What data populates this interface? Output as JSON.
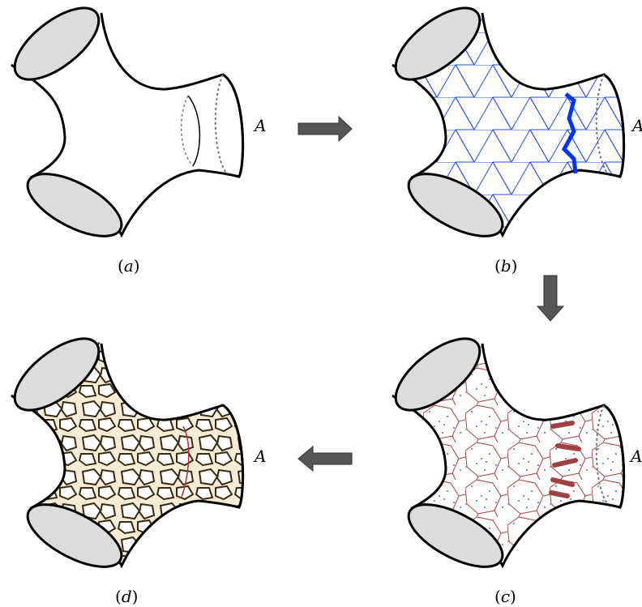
{
  "panels": [
    {
      "id": "a",
      "caption_open": "(",
      "caption_letter": "a",
      "caption_close": ")",
      "boundary_label": "A"
    },
    {
      "id": "b",
      "caption_open": "(",
      "caption_letter": "b",
      "caption_close": ")",
      "boundary_label": "A"
    },
    {
      "id": "c",
      "caption_open": "(",
      "caption_letter": "c",
      "caption_close": ")",
      "boundary_label": "A"
    },
    {
      "id": "d",
      "caption_open": "(",
      "caption_letter": "d",
      "caption_close": ")",
      "boundary_label": "A"
    }
  ],
  "arrows": [
    {
      "id": "a-to-b",
      "direction": "right"
    },
    {
      "id": "b-to-c",
      "direction": "down"
    },
    {
      "id": "c-to-d",
      "direction": "left"
    }
  ],
  "colors": {
    "outline": "#000000",
    "disk_fill": "#dcdcdc",
    "arrow_fill": "#555555",
    "triangulation": "#1a4cff",
    "cut_line": "#0033ff",
    "voronoi": "#b04040",
    "dots": "#2244cc",
    "cut_bars": "#a04040",
    "foam_fill": "#ffffff",
    "foam_rim": "#d8b878",
    "foam_edge": "#3a2a10"
  }
}
